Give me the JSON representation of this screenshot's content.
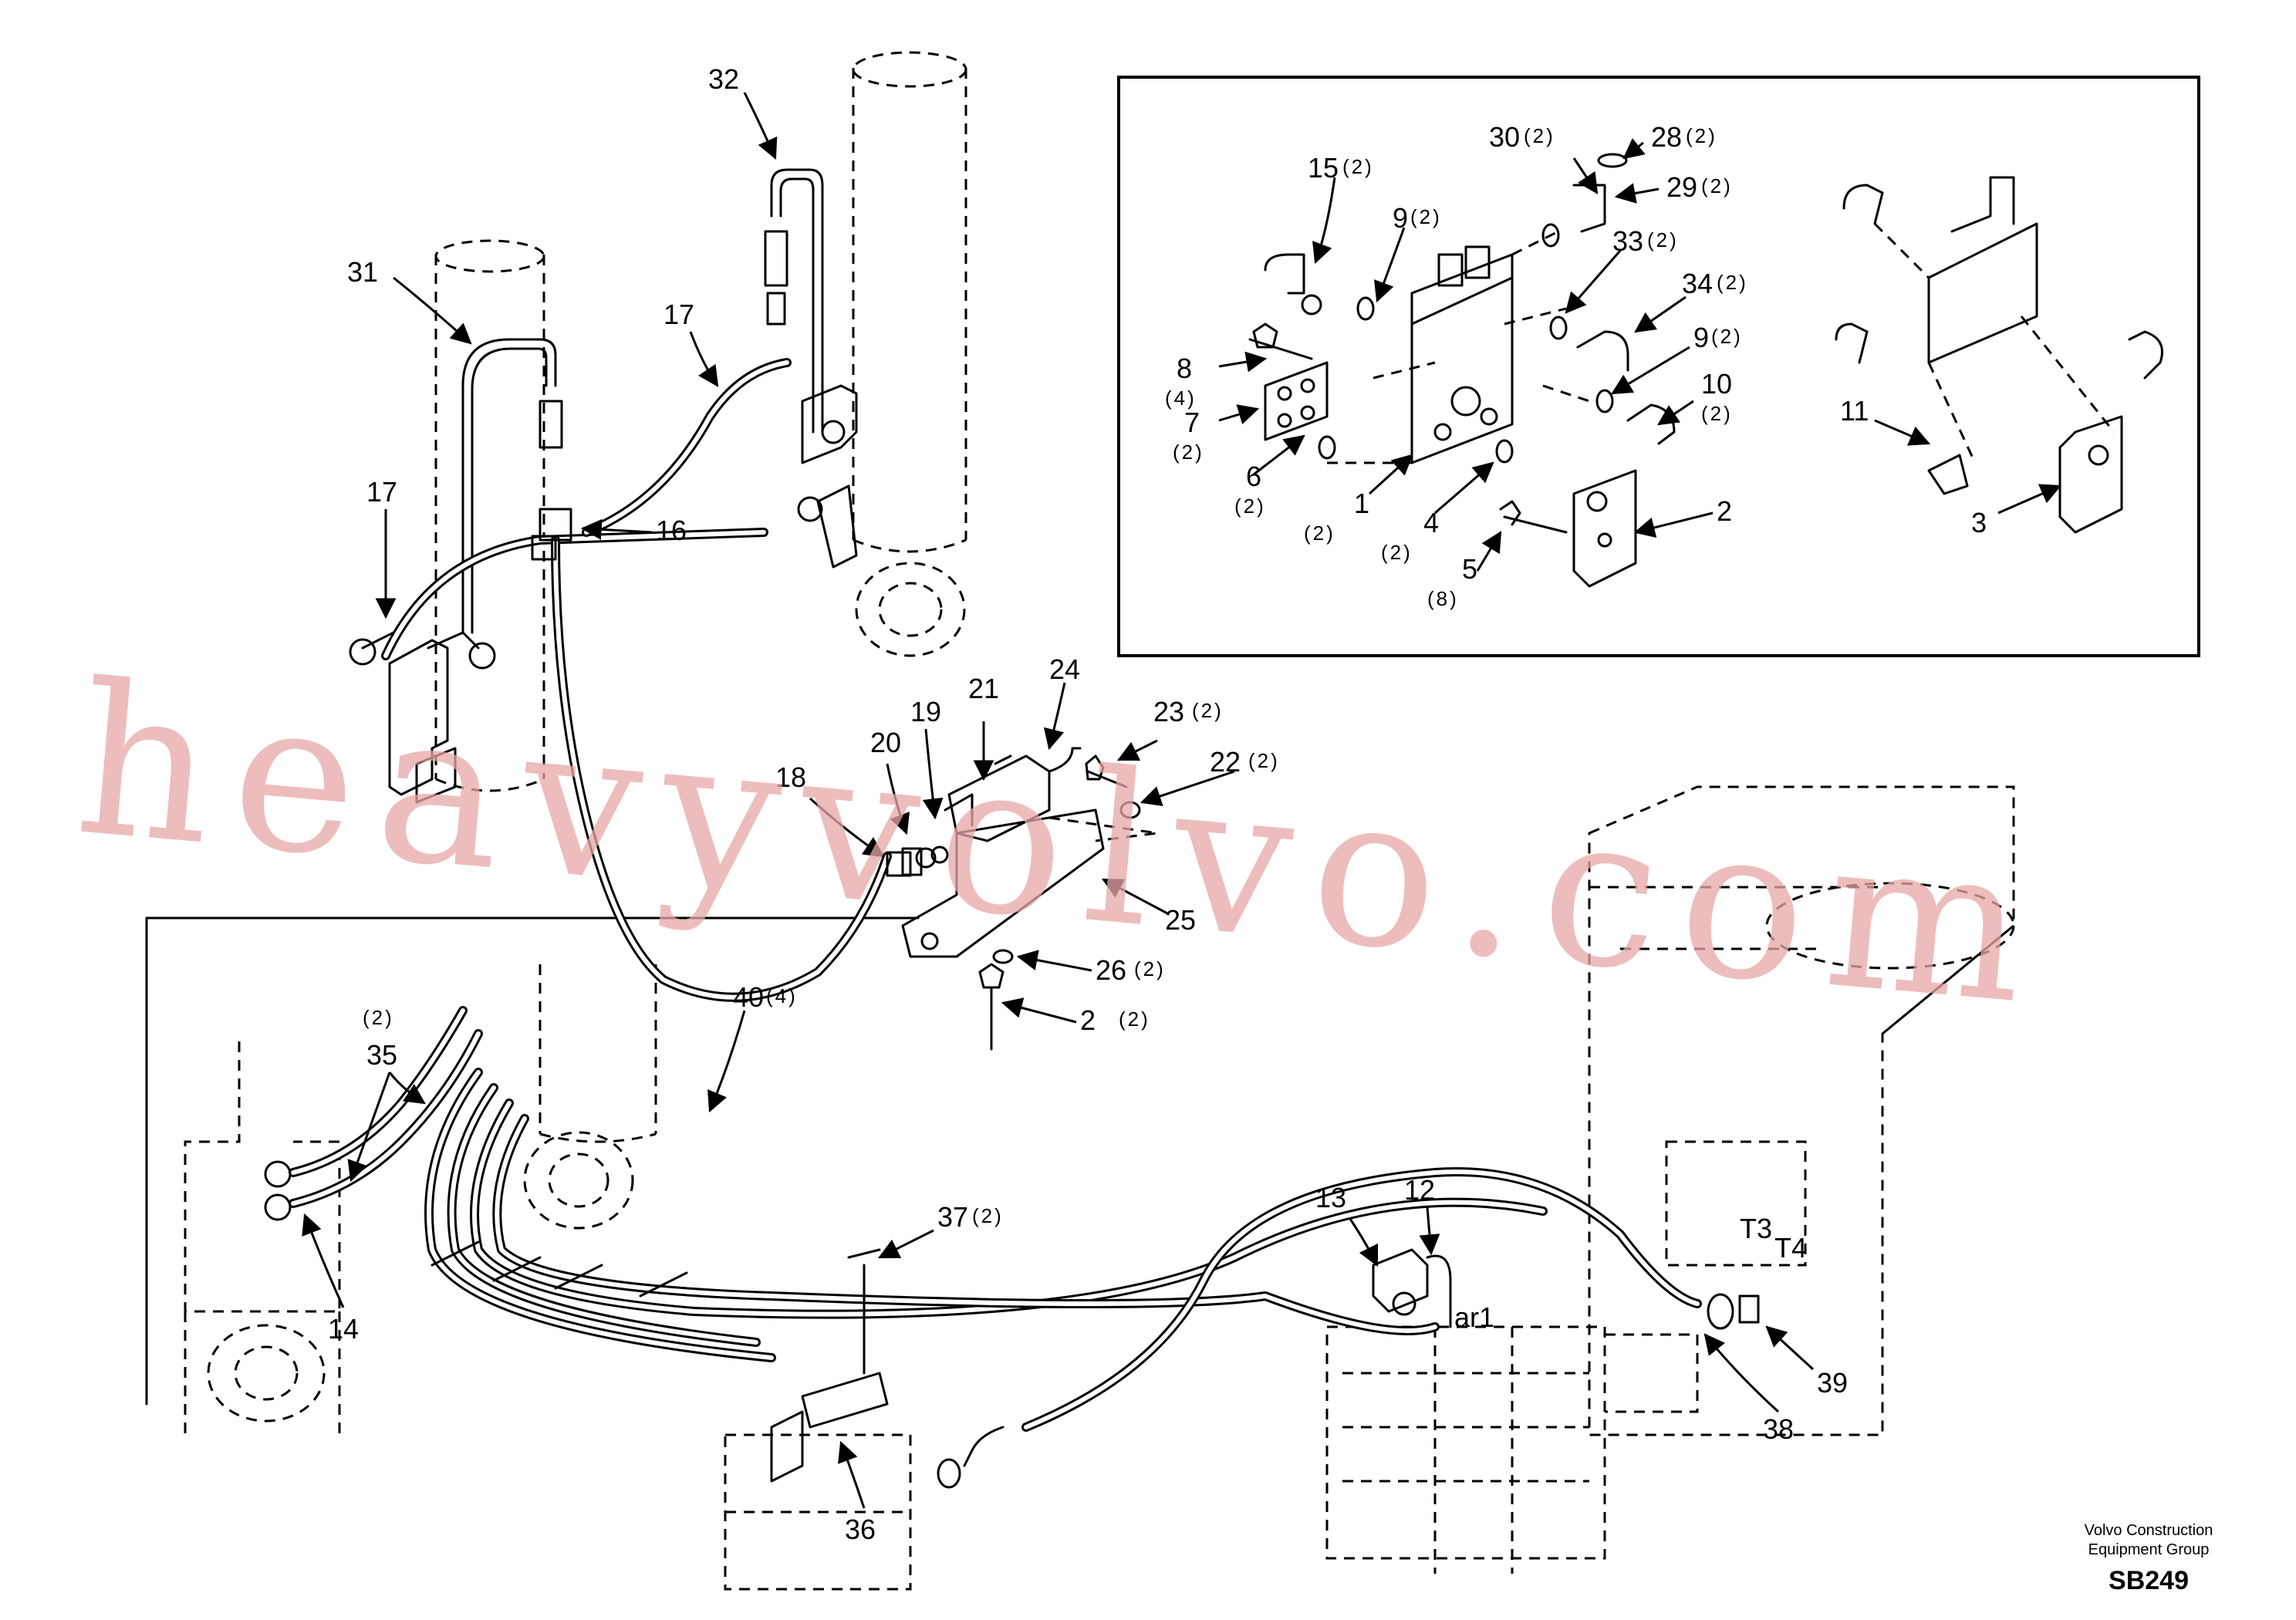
{
  "callouts": [
    {
      "id": "32",
      "text": "32",
      "qty": ""
    },
    {
      "id": "31",
      "text": "31",
      "qty": ""
    },
    {
      "id": "17a",
      "text": "17",
      "qty": ""
    },
    {
      "id": "17b",
      "text": "17",
      "qty": ""
    },
    {
      "id": "16",
      "text": "16",
      "qty": ""
    },
    {
      "id": "24",
      "text": "24",
      "qty": ""
    },
    {
      "id": "21",
      "text": "21",
      "qty": ""
    },
    {
      "id": "19",
      "text": "19",
      "qty": ""
    },
    {
      "id": "20",
      "text": "20",
      "qty": ""
    },
    {
      "id": "18",
      "text": "18",
      "qty": ""
    },
    {
      "id": "23",
      "text": "23",
      "qty": "(2)"
    },
    {
      "id": "22",
      "text": "22",
      "qty": "(2)"
    },
    {
      "id": "25",
      "text": "25",
      "qty": ""
    },
    {
      "id": "26",
      "text": "26",
      "qty": "(2)"
    },
    {
      "id": "27",
      "text": "2",
      "qty": "(2)"
    },
    {
      "id": "35",
      "text": "35",
      "qty": "(2)"
    },
    {
      "id": "14",
      "text": "14",
      "qty": ""
    },
    {
      "id": "40",
      "text": "40",
      "qty": "(4)"
    },
    {
      "id": "37",
      "text": "37",
      "qty": "(2)"
    },
    {
      "id": "36",
      "text": "36",
      "qty": ""
    },
    {
      "id": "13",
      "text": "13",
      "qty": ""
    },
    {
      "id": "12",
      "text": "12",
      "qty": ""
    },
    {
      "id": "39",
      "text": "39",
      "qty": ""
    },
    {
      "id": "38",
      "text": "38",
      "qty": ""
    },
    {
      "id": "15",
      "text": "15",
      "qty": "(2)"
    },
    {
      "id": "9a",
      "text": "9",
      "qty": "(2)"
    },
    {
      "id": "30",
      "text": "30",
      "qty": "(2)"
    },
    {
      "id": "28",
      "text": "28",
      "qty": "(2)"
    },
    {
      "id": "29",
      "text": "29",
      "qty": "(2)"
    },
    {
      "id": "33",
      "text": "33",
      "qty": "(2)"
    },
    {
      "id": "34",
      "text": "34",
      "qty": "(2)"
    },
    {
      "id": "9b",
      "text": "9",
      "qty": "(2)"
    },
    {
      "id": "10",
      "text": "10",
      "qty": "(2)"
    },
    {
      "id": "8",
      "text": "8",
      "qty": "(4)"
    },
    {
      "id": "7",
      "text": "7",
      "qty": "(2)"
    },
    {
      "id": "6",
      "text": "6",
      "qty": "(2)"
    },
    {
      "id": "1",
      "text": "1",
      "qty": "(2)"
    },
    {
      "id": "4",
      "text": "4",
      "qty": "(2)"
    },
    {
      "id": "5",
      "text": "5",
      "qty": "(8)"
    },
    {
      "id": "2",
      "text": "2",
      "qty": ""
    },
    {
      "id": "11",
      "text": "11",
      "qty": ""
    },
    {
      "id": "3",
      "text": "3",
      "qty": ""
    }
  ],
  "port_labels": {
    "t3": "T3",
    "t4": "T4",
    "ar1": "ar1"
  },
  "watermark": "heavyvolvo.com",
  "credit": {
    "line1": "Volvo Construction",
    "line2": "Equipment Group",
    "code": "SB249"
  }
}
